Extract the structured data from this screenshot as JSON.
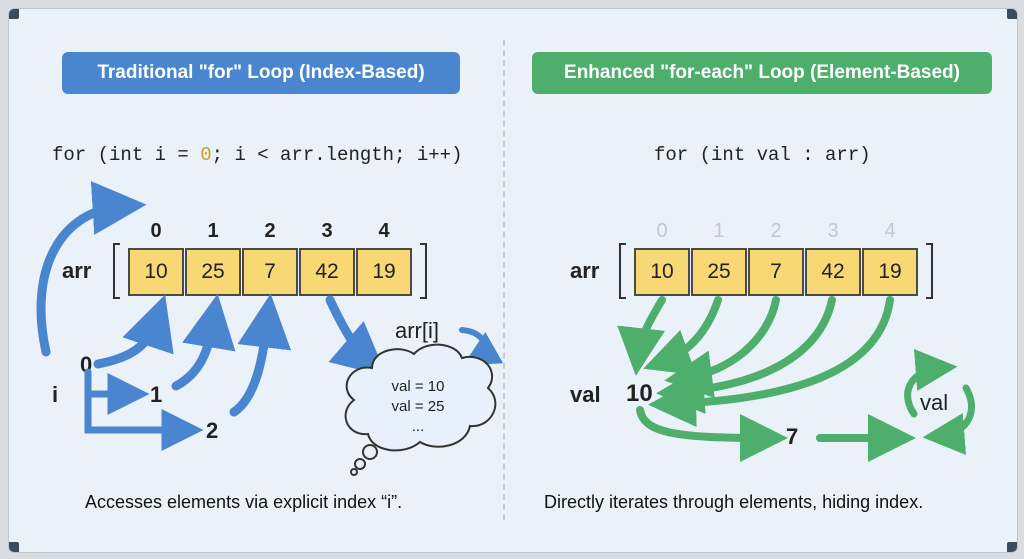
{
  "left_panel": {
    "title": "Traditional \"for\" Loop (Index-Based)",
    "code_prefix": "for (int i = ",
    "code_zero": "0",
    "code_suffix": "; i < arr.length; i++)",
    "array_label": "arr",
    "indices": [
      "0",
      "1",
      "2",
      "3",
      "4"
    ],
    "values": [
      "10",
      "25",
      "7",
      "42",
      "19"
    ],
    "counter_label": "i",
    "counter_steps": [
      "0",
      "1",
      "2"
    ],
    "access_label": "arr[i]",
    "bubble_lines": [
      "val = 10",
      "val = 25",
      "..."
    ],
    "caption": "Accesses elements via explicit index “i”."
  },
  "right_panel": {
    "title": "Enhanced \"for-each\" Loop (Element-Based)",
    "code": "for (int val : arr)",
    "array_label": "arr",
    "indices": [
      "0",
      "1",
      "2",
      "3",
      "4"
    ],
    "values": [
      "10",
      "25",
      "7",
      "42",
      "19"
    ],
    "var_label": "val",
    "var_value": "10",
    "next_value": "7",
    "cycle_label": "val",
    "caption": "Directly iterates through elements, hiding index."
  },
  "colors": {
    "blue": "#4a86cf",
    "green": "#4daf6b",
    "cell": "#f8d775"
  }
}
